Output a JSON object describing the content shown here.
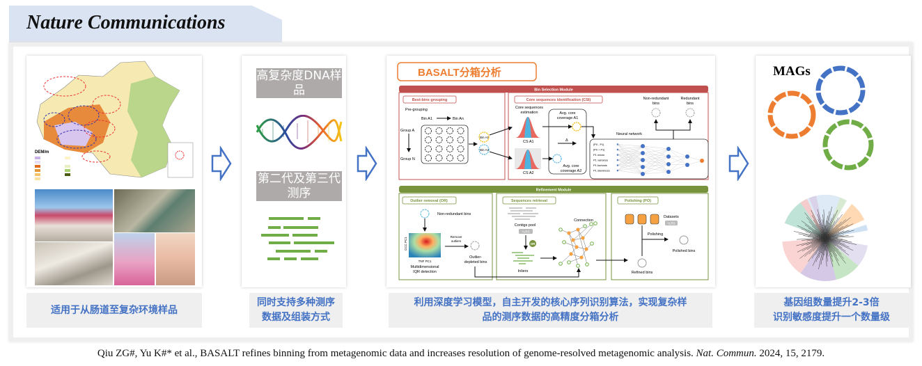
{
  "header": {
    "journal": "Nature Communications"
  },
  "panel1": {
    "legend_title": "DEM/m",
    "label": "适用于从肠道至复杂环境样品"
  },
  "panel2": {
    "box1": "高复杂度DNA样品",
    "box2": "第二代及第三代测序",
    "label_line1": "同时支持多种测序",
    "label_line2": "数据及组装方式"
  },
  "panel3": {
    "title": "BASALT分箱分析",
    "bin_selection": {
      "module": "Bin Selection Module",
      "best_bins": "Best-bins grouping",
      "pre_grouping": "Pre-grouping",
      "bin_a1": "Bin A1",
      "bin_an": "Bin An",
      "bin_a2": "Bin A2",
      "group_a": "Group A",
      "group_n": "Group N",
      "csi": "Core sequences identification (CSI)",
      "core_est1": "Core sequences",
      "core_est2": "estimation",
      "cs_a1": "CS A1",
      "cs_a2": "CS A2",
      "avg1_l1": "Avg. core",
      "avg1_l2": "coverage A1",
      "avg2_l1": "Avg. core",
      "avg2_l2": "coverage A2",
      "delta": "Δ",
      "nn": "Neural network",
      "features": [
        "|P0 - P1|",
        "|P0 + P1|",
        "P1 mean",
        "P1 variance",
        "P1 kurtosis",
        "P1 skewness"
      ],
      "nonred1": "Non-redundant",
      "nonred2": "bins",
      "red1": "Redundant",
      "red2": "bins"
    },
    "refinement": {
      "module": "Refinement Module",
      "or": "Outlier removal (OR)",
      "nonred": "Non-redundant bins",
      "axis_y": "CCC PC1",
      "axis_x": "TNF PC1",
      "mid1": "Multidimensional",
      "mid2": "IQR detection",
      "remove1": "Remove",
      "remove2": "outliers",
      "odb1": "Outlier-",
      "odb2": "depleted bins",
      "sr": "Sequences retrieval",
      "contigs": "Contigs pool",
      "lrs": "+LRS",
      "or_badge": "OR",
      "inliers": "Inliers",
      "connection": "Connection",
      "po": "Polishing (PO)",
      "datasets": "Datasets",
      "lrs2": "+LRS",
      "polishing": "Polishing",
      "polished": "Polished bins",
      "refined": "Refined bins"
    },
    "label_line1": "利用深度学习模型，自主开发的核心序列识别算法，实现复杂样",
    "label_line2": "品的测序数据的高精度分箱分析"
  },
  "panel4": {
    "mags": "MAGs",
    "label_line1": "基因组数量提升2-3倍",
    "label_line2": "识别敏感度提升一个数量级"
  },
  "caption": {
    "authors": "Qiu ZG#, Yu  K#* et al., BASALT refines binning from metagenomic data and increases resolution of genome-resolved metagenomic analysis. ",
    "journal": "Nat. Commun.",
    "ref": " 2024, 15, 2179."
  },
  "colors": {
    "accent_blue": "#4472c4",
    "red_module": "#c0504d",
    "green_module": "#77933c",
    "orange": "#ed7d31",
    "green_reads": "#70ad47"
  }
}
